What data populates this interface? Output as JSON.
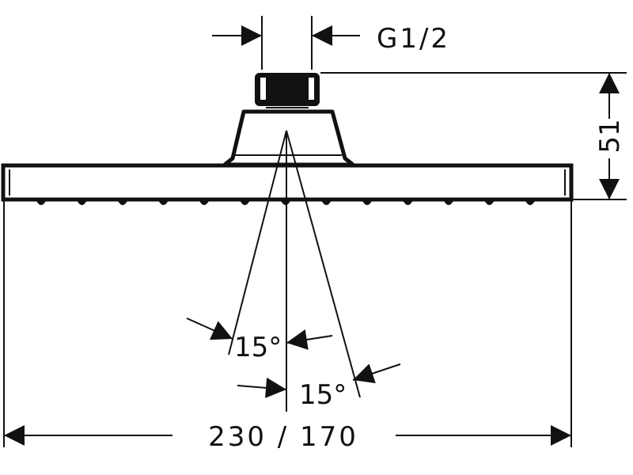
{
  "drawing": {
    "thread_label": "G1/2",
    "height_label": "51",
    "angle_left_label": "15°",
    "angle_right_label": "15°",
    "width_label": "230 / 170"
  },
  "colors": {
    "line": "#111111",
    "background": "#ffffff"
  }
}
